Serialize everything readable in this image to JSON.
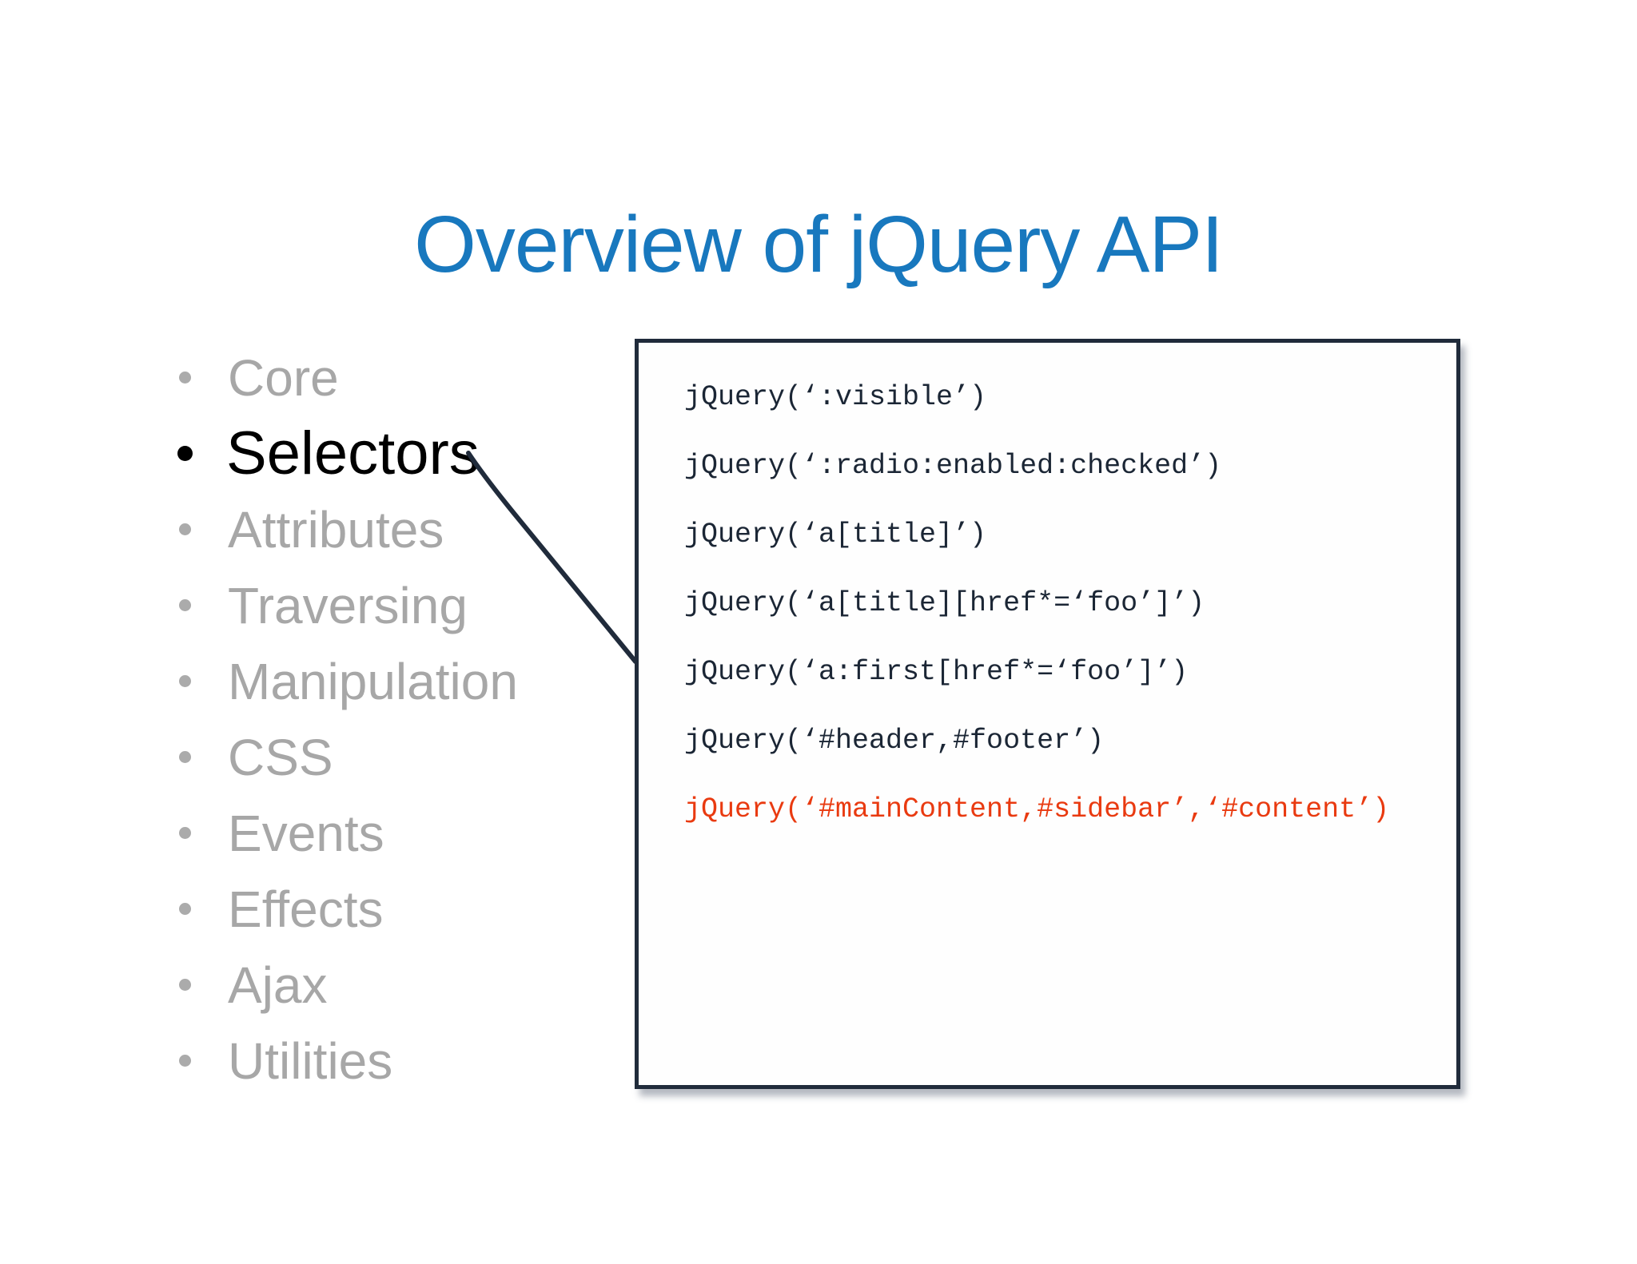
{
  "slide": {
    "title": "Overview of jQuery API"
  },
  "menu": {
    "items": [
      {
        "label": "Core",
        "state": "inactive"
      },
      {
        "label": "Selectors",
        "state": "active"
      },
      {
        "label": "Attributes",
        "state": "inactive"
      },
      {
        "label": "Traversing",
        "state": "inactive"
      },
      {
        "label": "Manipulation",
        "state": "inactive"
      },
      {
        "label": "CSS",
        "state": "inactive"
      },
      {
        "label": "Events",
        "state": "inactive"
      },
      {
        "label": "Effects",
        "state": "inactive"
      },
      {
        "label": "Ajax",
        "state": "inactive"
      },
      {
        "label": "Utilities",
        "state": "inactive"
      }
    ]
  },
  "code_panel": {
    "lines": [
      {
        "text": "jQuery(‘:visible’)",
        "highlight": false
      },
      {
        "text": "jQuery(‘:radio:enabled:checked’)",
        "highlight": false
      },
      {
        "text": "jQuery(‘a[title]’)",
        "highlight": false
      },
      {
        "text": "jQuery(‘a[title][href*=‘foo’]’)",
        "highlight": false
      },
      {
        "text": "jQuery(‘a:first[href*=‘foo’]’)",
        "highlight": false
      },
      {
        "text": "jQuery(‘#header,#footer’)",
        "highlight": false
      },
      {
        "text": "jQuery(‘#mainContent,#sidebar’,‘#content’)",
        "highlight": true
      }
    ]
  },
  "colors": {
    "title": "#1878BE",
    "inactive_item": "#A7A7A7",
    "active_item": "#000000",
    "panel_border": "#202B3B",
    "code_text": "#1B2635",
    "code_highlight": "#E93A10",
    "connector_line": "#202B3B"
  }
}
